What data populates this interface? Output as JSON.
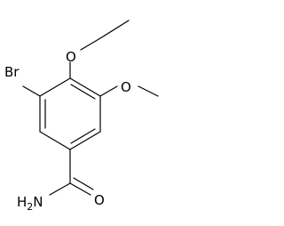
{
  "molecule": {
    "atoms": {
      "bromine": "Br",
      "ethoxy_oxygen": "O",
      "methoxy_oxygen": "O",
      "amide_nitrogen": "H2N",
      "carbonyl_oxygen": "O"
    },
    "colors": {
      "bond": "#000000",
      "text": "#000000",
      "background": "#ffffff"
    }
  }
}
